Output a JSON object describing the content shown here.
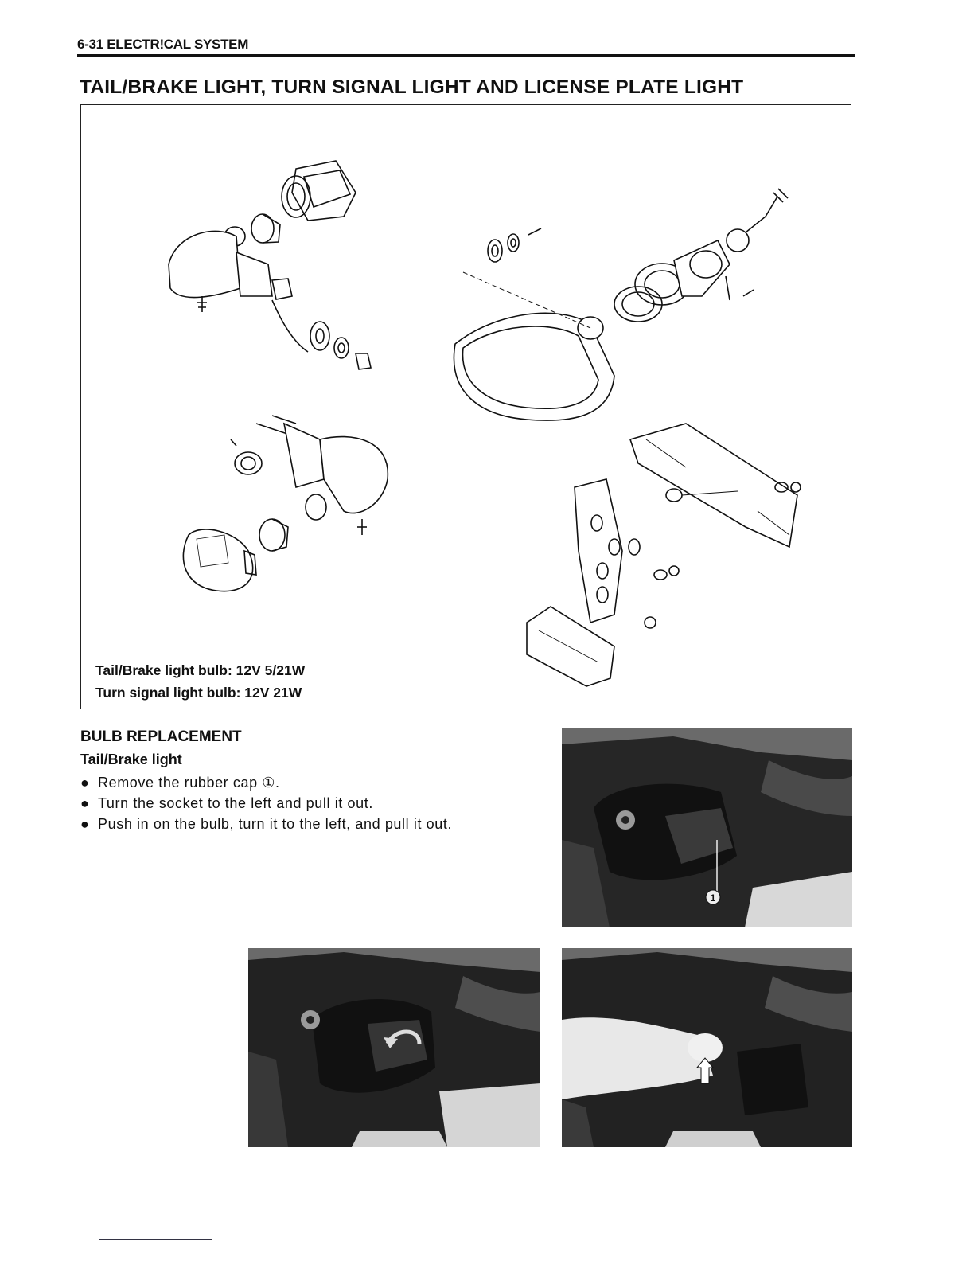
{
  "header": {
    "section": "6-31 ELECTR!CAL SYSTEM"
  },
  "title": "TAIL/BRAKE LIGHT, TURN SIGNAL LIGHT AND LICENSE PLATE LIGHT",
  "figure": {
    "captions": [
      "Tail/Brake light bulb: 12V 5/21W",
      "Turn signal light bulb: 12V 21W"
    ]
  },
  "bulb_replacement": {
    "heading": "BULB REPLACEMENT",
    "subheading": "Tail/Brake light",
    "bullet_symbol": "●",
    "steps": [
      "Remove the rubber cap ①.",
      "Turn the socket to the left and pull it out.",
      "Push in on the bulb, turn it to the left, and pull it out."
    ]
  },
  "photos": {
    "photo1_callout": "1"
  }
}
